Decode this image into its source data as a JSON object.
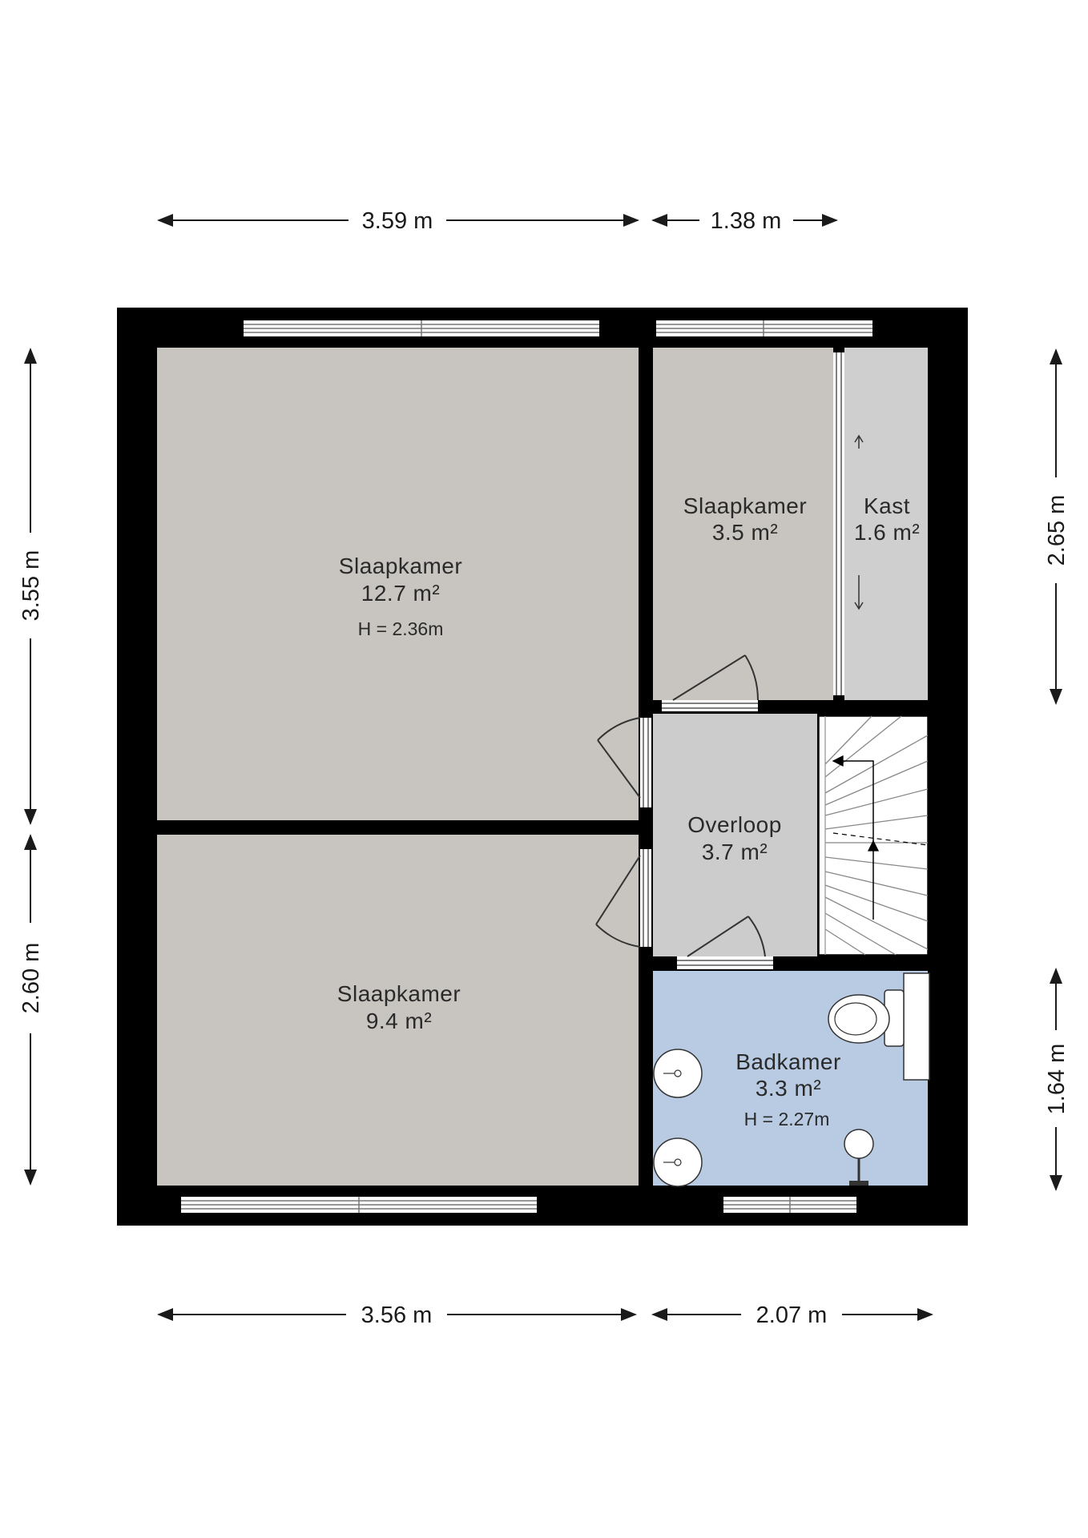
{
  "dimensions": {
    "top_left": "3.59 m",
    "top_right": "1.38 m",
    "bottom_left": "3.56 m",
    "bottom_right": "2.07 m",
    "left_upper": "3.55 m",
    "left_lower": "2.60 m",
    "right_upper": "2.65 m",
    "right_lower": "1.64 m"
  },
  "rooms": {
    "bedroom_large": {
      "name": "Slaapkamer",
      "area": "12.7 m²",
      "height": "H = 2.36m"
    },
    "bedroom_small": {
      "name": "Slaapkamer",
      "area": "3.5 m²"
    },
    "closet": {
      "name": "Kast",
      "area": "1.6 m²"
    },
    "landing": {
      "name": "Overloop",
      "area": "3.7 m²"
    },
    "bedroom_bottom": {
      "name": "Slaapkamer",
      "area": "9.4 m²"
    },
    "bathroom": {
      "name": "Badkamer",
      "area": "3.3 m²",
      "height": "H = 2.27m"
    }
  },
  "colors": {
    "wall": "#000000",
    "room_floor": "#c8c5c0",
    "closet_floor": "#cfcfcf",
    "landing_floor": "#cccccc",
    "bathroom_floor": "#b8cbe3",
    "stairs_floor": "#ffffff"
  }
}
